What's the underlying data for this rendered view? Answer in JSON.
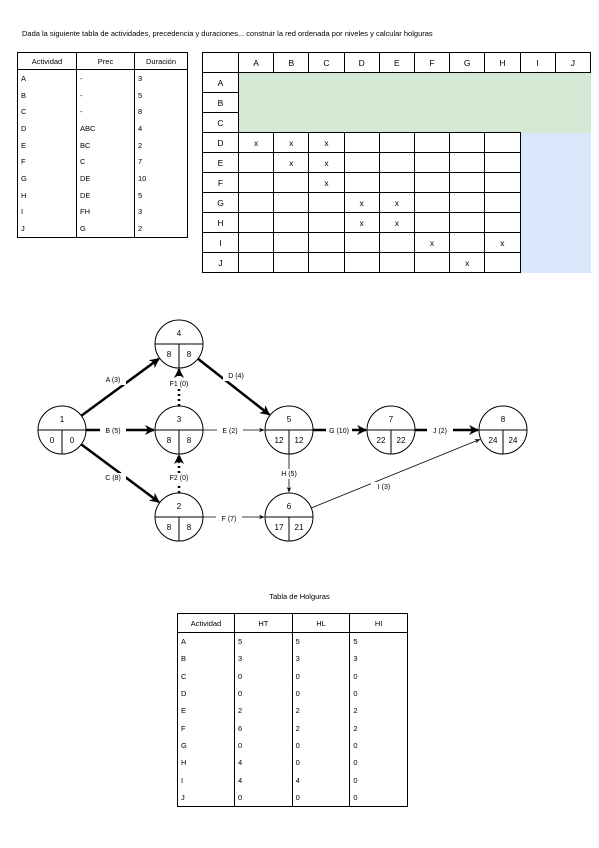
{
  "title": "Dada la siguiente tabla de actividades, precedencia y duraciones... construir la red ordenada por niveles y calcular holguras",
  "activities_table": {
    "headers": [
      "Actividad",
      "Prec",
      "Duración"
    ],
    "rows": [
      [
        "A",
        "-",
        "3"
      ],
      [
        "B",
        "-",
        "5"
      ],
      [
        "C",
        "-",
        "8"
      ],
      [
        "D",
        "ABC",
        "4"
      ],
      [
        "E",
        "BC",
        "2"
      ],
      [
        "F",
        "C",
        "7"
      ],
      [
        "G",
        "DE",
        "10"
      ],
      [
        "H",
        "DE",
        "5"
      ],
      [
        "I",
        "FH",
        "3"
      ],
      [
        "J",
        "G",
        "2"
      ]
    ]
  },
  "matrix": {
    "columns": [
      "A",
      "B",
      "C",
      "D",
      "E",
      "F",
      "G",
      "H",
      "I",
      "J"
    ],
    "rows": [
      {
        "label": "A",
        "cells": [
          "",
          "",
          "",
          "",
          "",
          "",
          "",
          "",
          "",
          ""
        ]
      },
      {
        "label": "B",
        "cells": [
          "",
          "",
          "",
          "",
          "",
          "",
          "",
          "",
          "",
          ""
        ]
      },
      {
        "label": "C",
        "cells": [
          "",
          "",
          "",
          "",
          "",
          "",
          "",
          "",
          "",
          ""
        ]
      },
      {
        "label": "D",
        "cells": [
          "x",
          "x",
          "x",
          "",
          "",
          "",
          "",
          "",
          "",
          ""
        ]
      },
      {
        "label": "E",
        "cells": [
          "",
          "x",
          "x",
          "",
          "",
          "",
          "",
          "",
          "",
          ""
        ]
      },
      {
        "label": "F",
        "cells": [
          "",
          "",
          "x",
          "",
          "",
          "",
          "",
          "",
          "",
          ""
        ]
      },
      {
        "label": "G",
        "cells": [
          "",
          "",
          "",
          "x",
          "x",
          "",
          "",
          "",
          "",
          ""
        ]
      },
      {
        "label": "H",
        "cells": [
          "",
          "",
          "",
          "x",
          "x",
          "",
          "",
          "",
          "",
          ""
        ]
      },
      {
        "label": "I",
        "cells": [
          "",
          "",
          "",
          "",
          "",
          "x",
          "",
          "x",
          "",
          ""
        ]
      },
      {
        "label": "J",
        "cells": [
          "",
          "",
          "",
          "",
          "",
          "",
          "x",
          "",
          "",
          ""
        ]
      }
    ],
    "colors": {
      "initial_rows": "#d5e8d4",
      "final_columns": "#dae8fc"
    }
  },
  "network": {
    "nodes": [
      {
        "id": "1",
        "left": "0",
        "right": "0"
      },
      {
        "id": "4",
        "left": "8",
        "right": "8"
      },
      {
        "id": "3",
        "left": "8",
        "right": "8"
      },
      {
        "id": "2",
        "left": "8",
        "right": "8"
      },
      {
        "id": "5",
        "left": "12",
        "right": "12"
      },
      {
        "id": "6",
        "left": "17",
        "right": "21"
      },
      {
        "id": "7",
        "left": "22",
        "right": "22"
      },
      {
        "id": "8",
        "left": "24",
        "right": "24"
      }
    ],
    "edges": [
      {
        "label": "A (3)",
        "critical": true
      },
      {
        "label": "B (5)",
        "critical": true
      },
      {
        "label": "C (8)",
        "critical": true
      },
      {
        "label": "F1 (0)",
        "critical": true,
        "dummy": true
      },
      {
        "label": "F2 (0)",
        "critical": true,
        "dummy": true
      },
      {
        "label": "D (4)",
        "critical": true
      },
      {
        "label": "E (2)",
        "critical": false
      },
      {
        "label": "F (7)",
        "critical": false
      },
      {
        "label": "G (10)",
        "critical": true
      },
      {
        "label": "H (5)",
        "critical": false
      },
      {
        "label": "J (2)",
        "critical": true
      },
      {
        "label": "I (3)",
        "critical": false
      }
    ]
  },
  "slack_table": {
    "title": "Tabla de Holguras",
    "headers": [
      "Actividad",
      "HT",
      "HL",
      "HI"
    ],
    "rows": [
      [
        "A",
        "5",
        "5",
        "5"
      ],
      [
        "B",
        "3",
        "3",
        "3"
      ],
      [
        "C",
        "0",
        "0",
        "0"
      ],
      [
        "D",
        "0",
        "0",
        "0"
      ],
      [
        "E",
        "2",
        "2",
        "2"
      ],
      [
        "F",
        "6",
        "2",
        "2"
      ],
      [
        "G",
        "0",
        "0",
        "0"
      ],
      [
        "H",
        "4",
        "0",
        "0"
      ],
      [
        "I",
        "4",
        "4",
        "0"
      ],
      [
        "J",
        "0",
        "0",
        "0"
      ]
    ]
  }
}
